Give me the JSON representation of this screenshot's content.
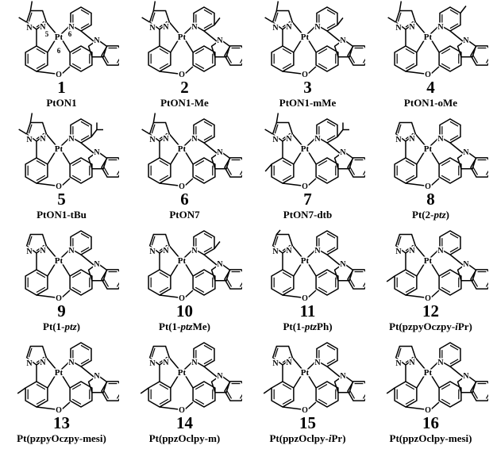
{
  "compounds": [
    {
      "num": "1",
      "pre": "PtON1",
      "it": "",
      "post": "",
      "variant": "pz",
      "sub": "",
      "ring6": true,
      "sideSub": false,
      "carbazoleSub": ""
    },
    {
      "num": "2",
      "pre": "PtON1-Me",
      "it": "",
      "post": "",
      "variant": "pz",
      "sub": "Me",
      "ring6": false,
      "sideSub": false,
      "carbazoleSub": ""
    },
    {
      "num": "3",
      "pre": "PtON1-mMe",
      "it": "",
      "post": "",
      "variant": "pz",
      "sub": "mMe",
      "ring6": false,
      "sideSub": false,
      "carbazoleSub": ""
    },
    {
      "num": "4",
      "pre": "PtON1-oMe",
      "it": "",
      "post": "",
      "variant": "pz",
      "sub": "oMe",
      "ring6": false,
      "sideSub": false,
      "carbazoleSub": ""
    },
    {
      "num": "5",
      "pre": "PtON1-tBu",
      "it": "",
      "post": "",
      "variant": "pz",
      "sub": "tBu",
      "ring6": false,
      "sideSub": false,
      "carbazoleSub": ""
    },
    {
      "num": "6",
      "pre": "PtON7",
      "it": "",
      "post": "",
      "variant": "im",
      "sub": "",
      "ring6": false,
      "sideSub": false,
      "carbazoleSub": ""
    },
    {
      "num": "7",
      "pre": "PtON7-dtb",
      "it": "",
      "post": "",
      "variant": "im",
      "sub": "tBu",
      "ring6": false,
      "sideSub": true,
      "carbazoleSub": ""
    },
    {
      "num": "8",
      "pre": "Pt(2-",
      "it": "ptz",
      "post": ")",
      "variant": "tz",
      "sub": "",
      "ring6": false,
      "sideSub": false,
      "carbazoleSub": ""
    },
    {
      "num": "9",
      "pre": "Pt(1-",
      "it": "ptz",
      "post": ")",
      "variant": "tz",
      "sub": "",
      "ring6": false,
      "sideSub": false,
      "carbazoleSub": ""
    },
    {
      "num": "10",
      "pre": "Pt(1-",
      "it": "ptz",
      "post": "Me)",
      "variant": "tz",
      "sub": "Me",
      "ring6": false,
      "sideSub": false,
      "carbazoleSub": ""
    },
    {
      "num": "11",
      "pre": "Pt(1-",
      "it": "ptz",
      "post": "Ph)",
      "variant": "tzPh",
      "sub": "",
      "ring6": false,
      "sideSub": false,
      "carbazoleSub": ""
    },
    {
      "num": "12",
      "pre": "Pt(pzpyOczpy-",
      "it": "i",
      "post": "Pr)",
      "variant": "pzpy",
      "sub": "iPr",
      "ring6": false,
      "sideSub": false,
      "carbazoleSub": ""
    },
    {
      "num": "13",
      "pre": "Pt(pzpyOczpy-mesi)",
      "it": "",
      "post": "",
      "variant": "pzpy",
      "sub": "mesi",
      "ring6": false,
      "sideSub": false,
      "carbazoleSub": ""
    },
    {
      "num": "14",
      "pre": "Pt(ppzOclpy-m)",
      "it": "",
      "post": "",
      "variant": "ppz",
      "sub": "",
      "ring6": false,
      "sideSub": false,
      "carbazoleSub": "m"
    },
    {
      "num": "15",
      "pre": "Pt(ppzOclpy-",
      "it": "i",
      "post": "Pr)",
      "variant": "ppz",
      "sub": "",
      "ring6": false,
      "sideSub": false,
      "carbazoleSub": "iPr"
    },
    {
      "num": "16",
      "pre": "Pt(ppzOclpy-mesi)",
      "it": "",
      "post": "",
      "variant": "ppz",
      "sub": "",
      "ring6": false,
      "sideSub": false,
      "carbazoleSub": "mesi"
    }
  ],
  "atom_labels": {
    "pt": "Pt",
    "n": "N",
    "o": "O"
  },
  "ring_labels": [
    "5",
    "6",
    "6"
  ]
}
